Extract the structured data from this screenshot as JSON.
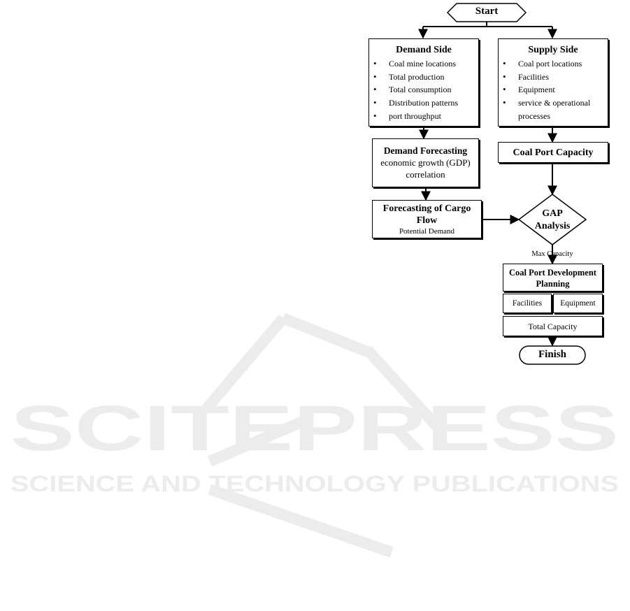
{
  "watermark": {
    "brand": "SCITEPRESS",
    "tagline": "SCIENCE AND TECHNOLOGY PUBLICATIONS",
    "color": "#ececec"
  },
  "start": "Start",
  "demand": {
    "title": "Demand Side",
    "items": [
      "Coal mine locations",
      "Total production",
      "Total consumption",
      "Distribution patterns",
      "port throughput"
    ]
  },
  "supply": {
    "title": "Supply Side",
    "items": [
      "Coal port locations",
      "Facilities",
      "Equipment",
      "service & operational processes"
    ]
  },
  "demand_forecasting": {
    "title": "Demand Forecasting",
    "text": "economic growth (GDP) correlation"
  },
  "coal_port_capacity": "Coal Port Capacity",
  "cargo_flow": {
    "title": "Forecasting of Cargo Flow",
    "subtitle": "Potential Demand"
  },
  "gap": {
    "line1": "GAP",
    "line2": "Analysis"
  },
  "max_capacity": "Max Capacity",
  "development": {
    "title": "Coal Port Development Planning",
    "facilities": "Facilities",
    "equipment": "Equipment",
    "total": "Total Capacity"
  },
  "finish": "Finish"
}
